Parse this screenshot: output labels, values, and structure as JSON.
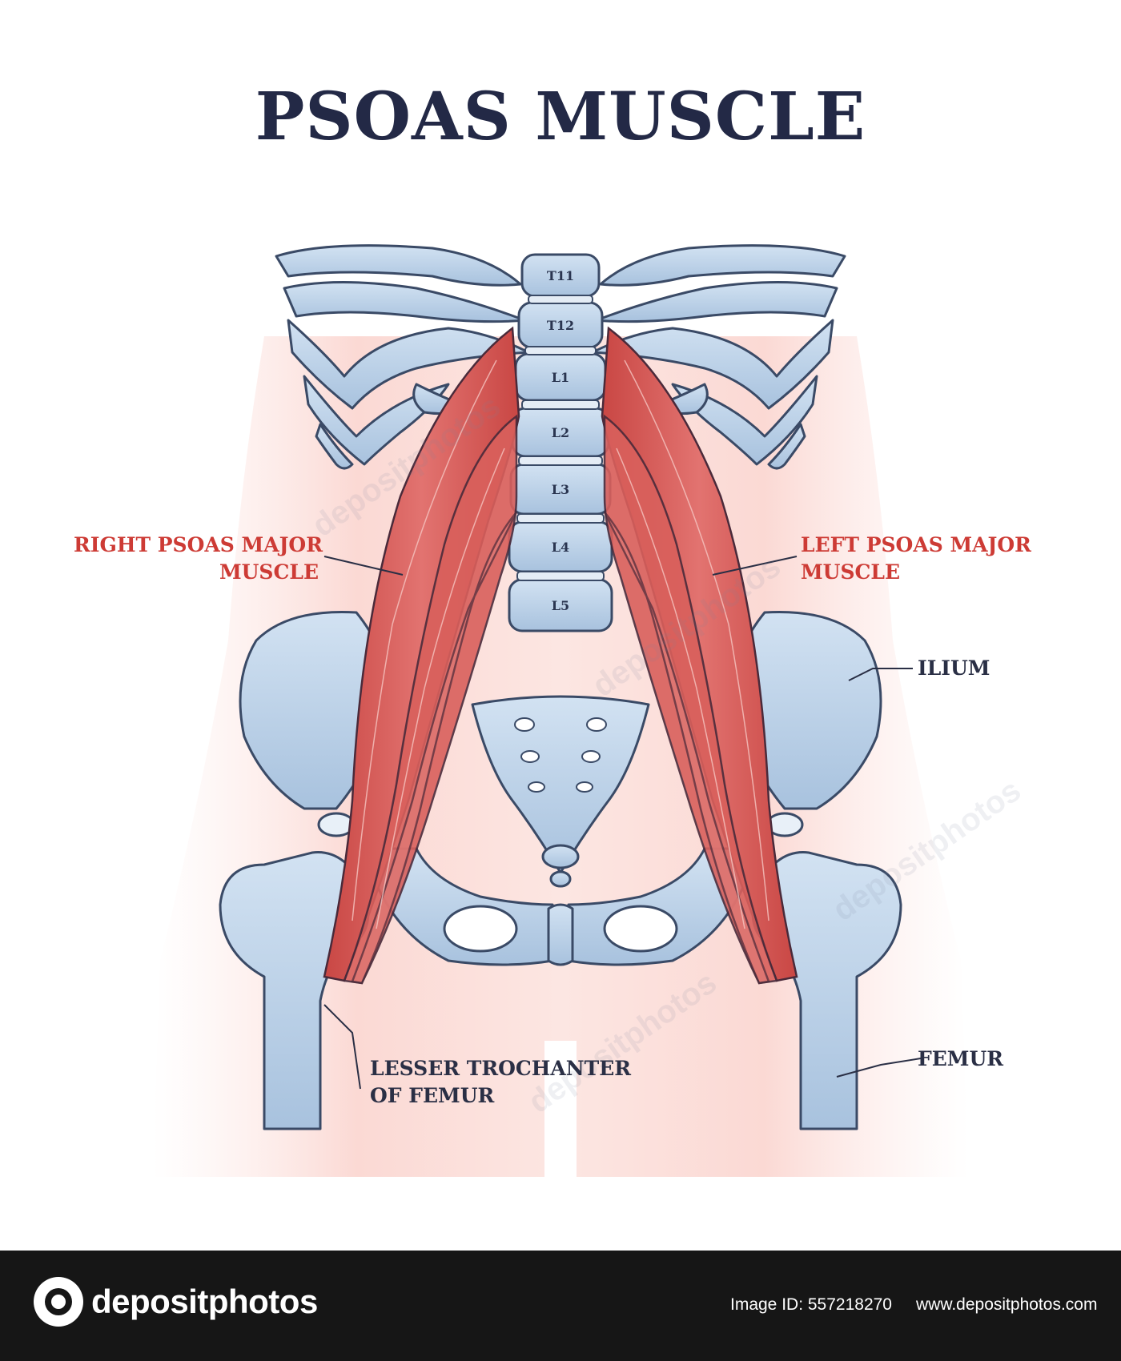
{
  "title": "PSOAS MUSCLE",
  "labels": {
    "right_psoas": [
      "RIGHT PSOAS MAJOR",
      "MUSCLE"
    ],
    "left_psoas": [
      "LEFT PSOAS MAJOR",
      "MUSCLE"
    ],
    "ilium": "ILIUM",
    "lesser_trochanter": [
      "LESSER TROCHANTER",
      "OF FEMUR"
    ],
    "femur": "FEMUR"
  },
  "vertebrae": [
    "T11",
    "T12",
    "L1",
    "L2",
    "L3",
    "L4",
    "L5"
  ],
  "watermark": "depositphotos",
  "footer": {
    "brand": "depositphotos",
    "image_id": "Image ID: 557218270",
    "site": "www.depositphotos.com"
  },
  "colors": {
    "bone": "#b8cfe6",
    "bone_outline": "#3a4a66",
    "muscle": "#d95a57",
    "title": "#232946",
    "label_red": "#cd3b35",
    "body_shadow": "#fbe3e0"
  }
}
